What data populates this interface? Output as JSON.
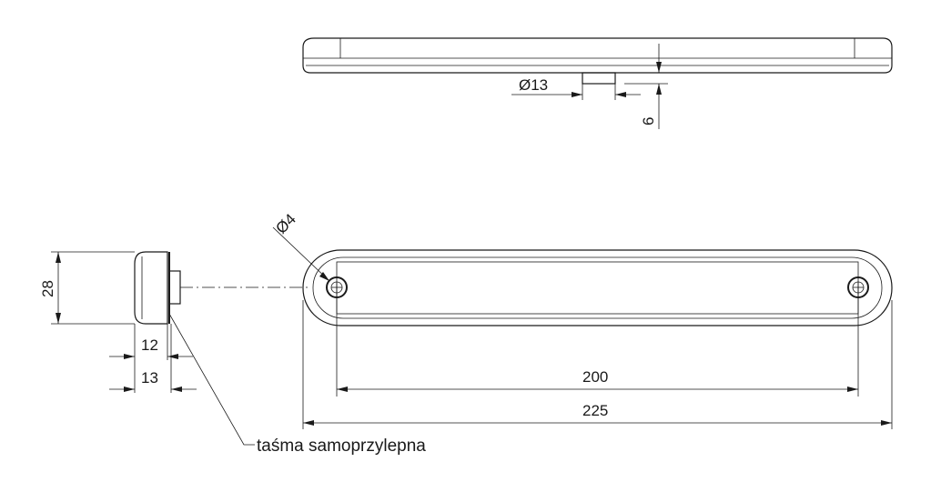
{
  "dimensions": {
    "hole_diameter_boss": "Ø13",
    "boss_height": "6",
    "hole_diameter_mount": "Ø4",
    "height": "28",
    "depth_body": "12",
    "depth_total": "13",
    "hole_spacing": "200",
    "overall_length": "225"
  },
  "note": "taśma samoprzylepna"
}
